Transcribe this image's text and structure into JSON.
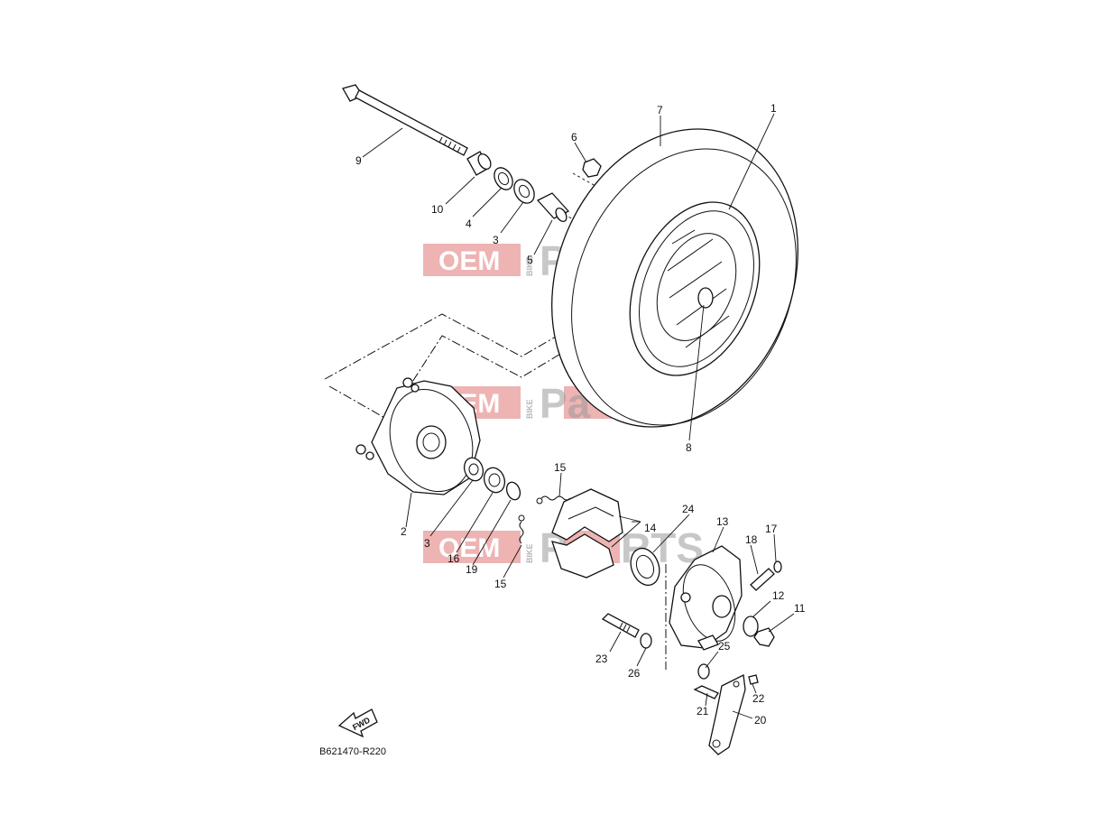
{
  "diagram_code": "B621470-R220",
  "fwd_label": "FWD",
  "watermark": {
    "oem": "OEM",
    "bike": "BIKE",
    "parts_a": "Pa",
    "parts_b": "RTS",
    "color": "#e89a9a"
  },
  "callouts": {
    "c1": "1",
    "c2": "2",
    "c3a": "3",
    "c3b": "3",
    "c4": "4",
    "c5": "5",
    "c6": "6",
    "c7": "7",
    "c8": "8",
    "c9": "9",
    "c10": "10",
    "c11": "11",
    "c12": "12",
    "c13": "13",
    "c14": "14",
    "c15a": "15",
    "c15b": "15",
    "c16": "16",
    "c17": "17",
    "c18": "18",
    "c19": "19",
    "c20": "20",
    "c21": "21",
    "c22": "22",
    "c23": "23",
    "c24": "24",
    "c25": "25",
    "c26": "26"
  }
}
